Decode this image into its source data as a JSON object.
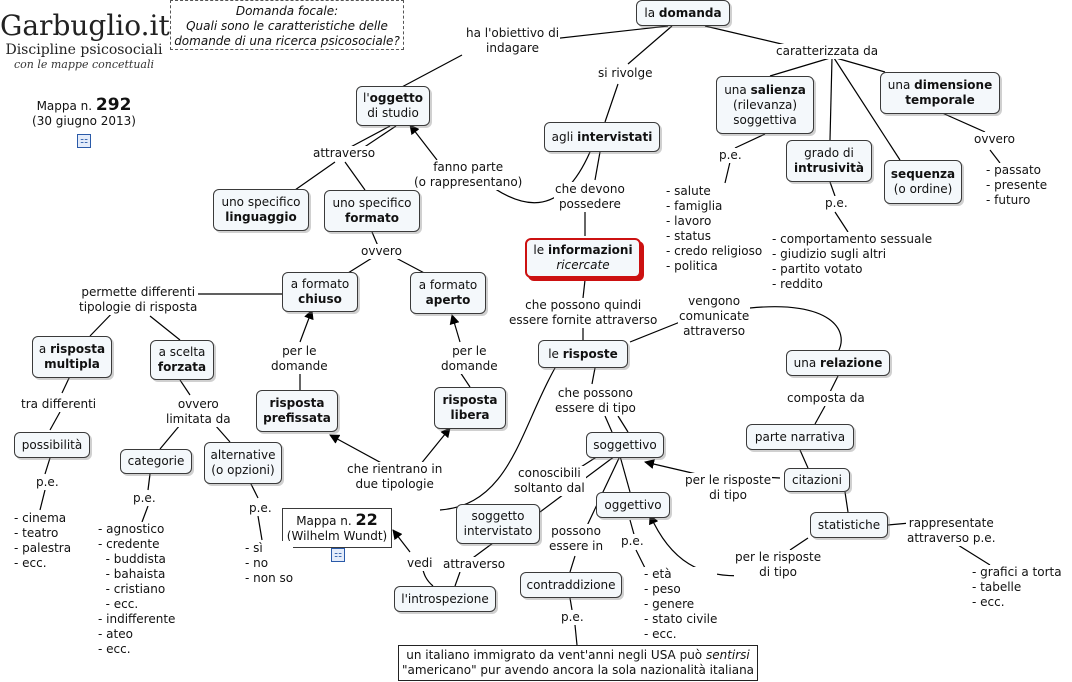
{
  "header": {
    "site": "Garbuglio.it",
    "subtitle": "Discipline psicosociali",
    "tagline": "con le mappe concettuali",
    "map_label": "Mappa n.",
    "map_number": "292",
    "map_date": "(30 giugno 2013)",
    "map_icon": "concept-map-icon"
  },
  "focal": {
    "title": "Domanda focale:",
    "text1": "Quali sono le caratteristiche delle",
    "text2": "domande di una ricerca psicosociale?"
  },
  "nodes": {
    "domanda": {
      "pre": "la ",
      "bold": "domanda"
    },
    "oggetto": {
      "pre": "l'",
      "bold": "oggetto",
      "line2": "di studio"
    },
    "intervistati": {
      "pre": "agli ",
      "bold": "intervistati"
    },
    "salienza": {
      "pre": "una ",
      "bold": "salienza",
      "line2": "(rilevanza)",
      "line3": "soggettiva"
    },
    "dimensione": {
      "pre": "una ",
      "bold": "dimensione",
      "line2": "temporale"
    },
    "intrusivita": {
      "line1": "grado di",
      "bold": "intrusività"
    },
    "sequenza": {
      "bold": "sequenza",
      "line2": "(o ordine)"
    },
    "linguaggio": {
      "line1": "uno specifico",
      "bold": "linguaggio"
    },
    "formato": {
      "line1": "uno specifico",
      "bold": "formato"
    },
    "informazioni": {
      "pre": "le ",
      "bold": "informazioni",
      "line2": "ricercate"
    },
    "chiuso": {
      "line1": "a formato",
      "bold": "chiuso"
    },
    "aperto": {
      "line1": "a formato",
      "bold": "aperto"
    },
    "risposte": {
      "pre": "le ",
      "bold": "risposte"
    },
    "relazione": {
      "pre": "una ",
      "bold": "relazione"
    },
    "multipla": {
      "pre": "a ",
      "bold": "risposta",
      "line2": "multipla"
    },
    "forzata": {
      "line1": "a scelta",
      "bold": "forzata"
    },
    "prefissata": {
      "bold1": "risposta",
      "bold2": "prefissata"
    },
    "libera": {
      "bold1": "risposta",
      "bold2": "libera"
    },
    "soggettivo": {
      "text": "soggettivo"
    },
    "narrativa": {
      "text": "parte narrativa"
    },
    "citazioni": {
      "text": "citazioni"
    },
    "possibilita": {
      "text": "possibilità"
    },
    "categorie": {
      "text": "categorie"
    },
    "alternative": {
      "line1": "alternative",
      "line2": "(o opzioni)"
    },
    "wundt": {
      "pre": "Mappa n. ",
      "bold": "22",
      "line2": "(Wilhelm Wundt)"
    },
    "soggetto": {
      "line1": "soggetto",
      "line2": "intervistato"
    },
    "oggettivo": {
      "text": "oggettivo"
    },
    "statistiche": {
      "text": "statistiche"
    },
    "introspezione": {
      "text": "l'introspezione"
    },
    "contraddizione": {
      "text": "contraddizione"
    },
    "example": {
      "pre": "un italiano immigrato da vent'anni negli USA può ",
      "italic": "sentirsi",
      "line2": "\"americano\" pur avendo ancora la sola nazionalità italiana"
    }
  },
  "labels": {
    "obiettivo": "ha l'obiettivo di\nindagare",
    "rivolge": "si rivolge",
    "caratterizzata": "caratterizzata da",
    "attraverso": "attraverso",
    "fanno_parte": "fanno parte\n(o rappresentano)",
    "devono": "che devono\npossedere",
    "pe_salienza": "p.e.",
    "ovvero_temp": "ovvero",
    "pe_intrus": "p.e.",
    "ovvero_formato": "ovvero",
    "permette": "permette differenti\ntipologie di risposta",
    "fornite": "che possono quindi\nessere fornite attraverso",
    "comunicate": "vengono\ncomunicate\nattraverso",
    "per_domande_1": "per le\ndomande",
    "per_domande_2": "per le\ndomande",
    "differenti": "tra differenti",
    "limitata": "ovvero\nlimitata da",
    "tipo": "che possono\nessere di tipo",
    "composta": "composta da",
    "tipologie": "che rientrano in\ndue tipologie",
    "conoscibili": "conoscibili\nsoltanto dal",
    "per_risposte_1": "per le risposte\ndi tipo",
    "pe_poss": "p.e.",
    "pe_cat": "p.e.",
    "pe_alt": "p.e.",
    "pe_ogg": "p.e.",
    "possono": "possono\nessere in",
    "rappresentate": "rappresentate\nattraverso p.e.",
    "per_risposte_2": "per le risposte\ndi tipo",
    "vedi": "vedi",
    "attraverso2": "attraverso",
    "pe_contr": "p.e."
  },
  "lists": {
    "salienza": [
      "- salute",
      "- famiglia",
      "- lavoro",
      "- status",
      "- credo religioso",
      "- politica"
    ],
    "temporale": [
      "- passato",
      "- presente",
      "- futuro"
    ],
    "intrusivita": [
      "- comportamento sessuale",
      "- giudizio sugli altri",
      "- partito votato",
      "- reddito"
    ],
    "possibilita": [
      "- cinema",
      "- teatro",
      "- palestra",
      "- ecc."
    ],
    "categorie": [
      "- agnostico",
      "- credente",
      "  - buddista",
      "  - bahaista",
      "  - cristiano",
      "  - ecc.",
      "- indifferente",
      "- ateo",
      "- ecc."
    ],
    "alternative": [
      "- sì",
      "- no",
      "- non so"
    ],
    "oggettivo": [
      "- età",
      "- peso",
      "- genere",
      "- stato civile",
      "- ecc."
    ],
    "statistiche": [
      "- grafici a torta",
      "- tabelle",
      "- ecc."
    ]
  }
}
